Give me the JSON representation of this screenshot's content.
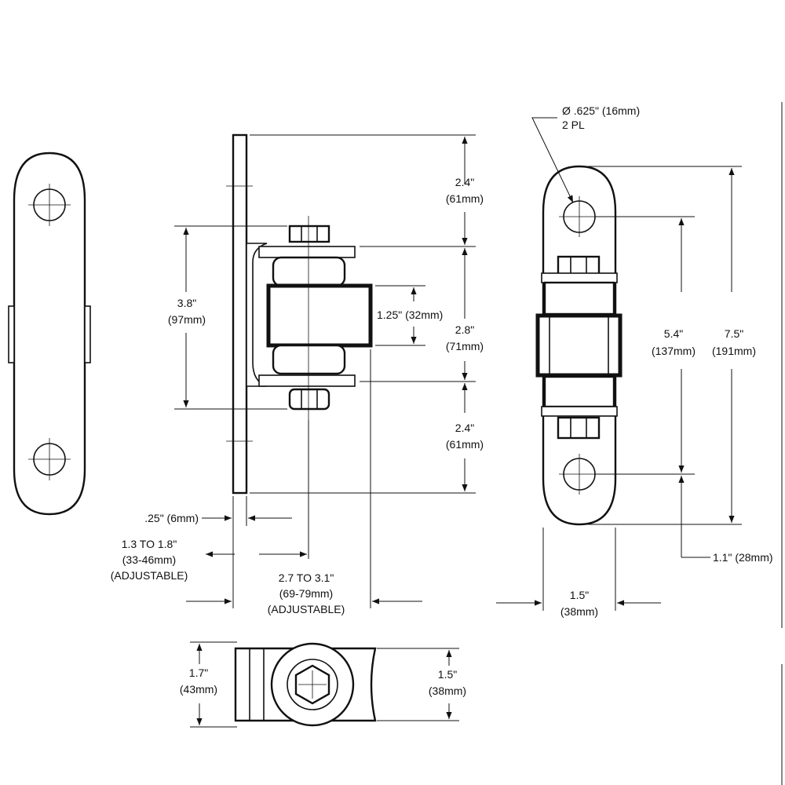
{
  "dimensions": {
    "hole": "Ø .625\" (16mm)",
    "hole_count": "2 PL",
    "top_gap_in": "2.4\"",
    "top_gap_mm": "(61mm)",
    "overall_in": "3.8\"",
    "overall_mm": "(97mm)",
    "barrel_in": "1.25\" (32mm)",
    "span_in": "2.8\"",
    "span_mm": "(71mm)",
    "bottom_gap_in": "2.4\"",
    "bottom_gap_mm": "(61mm)",
    "plate_thk": ".25\" (6mm)",
    "offset_in": "1.3 TO 1.8\"",
    "offset_mm": "(33-46mm)",
    "offset_note": "(ADJUSTABLE)",
    "reach_in": "2.7 TO 3.1\"",
    "reach_mm": "(69-79mm)",
    "reach_note": "(ADJUSTABLE)",
    "hole_span_in": "5.4\"",
    "hole_span_mm": "(137mm)",
    "length_in": "7.5\"",
    "length_mm": "(191mm)",
    "edge_dist": "1.1\" (28mm)",
    "width_in": "1.5\"",
    "width_mm": "(38mm)",
    "top_height_in": "1.7\"",
    "top_height_mm": "(43mm)",
    "top_width_in": "1.5\"",
    "top_width_mm": "(38mm)"
  },
  "colors": {
    "line": "#111111",
    "background": "#ffffff"
  }
}
